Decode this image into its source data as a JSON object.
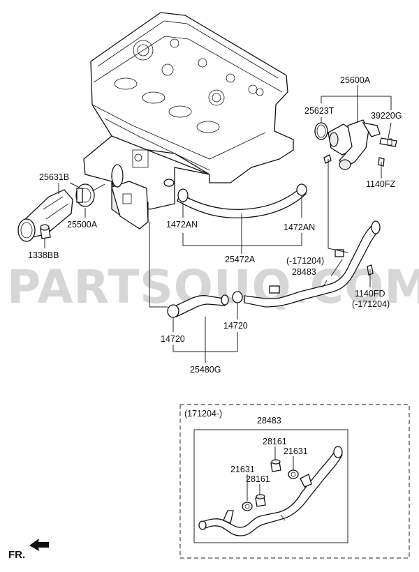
{
  "watermark": "PARTSOUQ.COM",
  "labels": {
    "p25600A": "25600A",
    "p25623T": "25623T",
    "p39220G": "39220G",
    "p1140FZ": "1140FZ",
    "p25631B": "25631B",
    "p25500A": "25500A",
    "p1338BB": "1338BB",
    "p1472AN_left": "1472AN",
    "p1472AN_right": "1472AN",
    "p25472A": "25472A",
    "p28483_note": "(-171204)",
    "p28483": "28483",
    "p1140FD": "1140FD",
    "p1140FD_note": "(-171204)",
    "p14720_left": "14720",
    "p14720_right": "14720",
    "p25480G": "25480G"
  },
  "inset": {
    "note": "(171204-)",
    "part": "28483",
    "p28161_top": "28161",
    "p21631_top": "21631",
    "p21631_left": "21631",
    "p28161_left": "28161"
  },
  "fr_label": "FR."
}
